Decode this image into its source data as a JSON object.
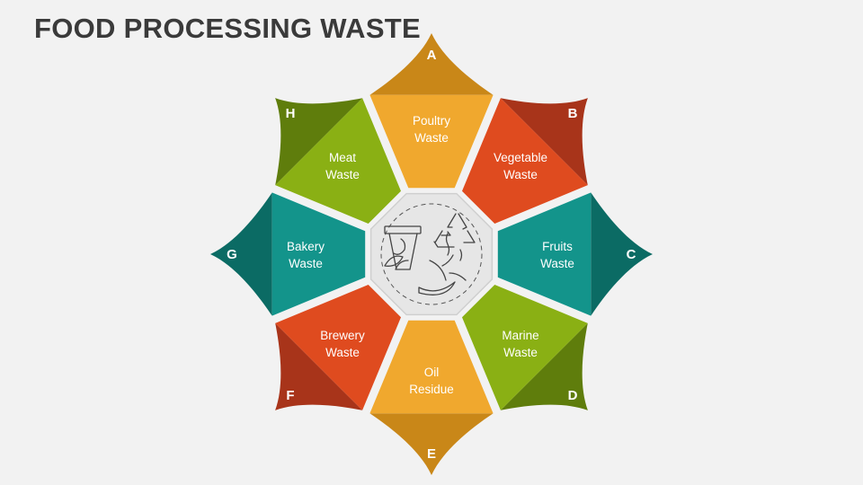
{
  "title": "FOOD PROCESSING WASTE",
  "center": {
    "icon": "food-waste-recycling-icon"
  },
  "segments": [
    {
      "letter": "A",
      "line1": "Poultry",
      "line2": "Waste",
      "color": "#f0a82e",
      "dark": "#c98718"
    },
    {
      "letter": "B",
      "line1": "Vegetable",
      "line2": "Waste",
      "color": "#df4b1f",
      "dark": "#a8341a"
    },
    {
      "letter": "C",
      "line1": "Fruits",
      "line2": "Waste",
      "color": "#13948b",
      "dark": "#0b6b64"
    },
    {
      "letter": "D",
      "line1": "Marine",
      "line2": "Waste",
      "color": "#8ab014",
      "dark": "#5f7d0c"
    },
    {
      "letter": "E",
      "line1": "Oil",
      "line2": "Residue",
      "color": "#f0a82e",
      "dark": "#c98718"
    },
    {
      "letter": "F",
      "line1": "Brewery",
      "line2": "Waste",
      "color": "#df4b1f",
      "dark": "#a8341a"
    },
    {
      "letter": "G",
      "line1": "Bakery",
      "line2": "Waste",
      "color": "#13948b",
      "dark": "#0b6b64"
    },
    {
      "letter": "H",
      "line1": "Meat",
      "line2": "Waste",
      "color": "#8ab014",
      "dark": "#5f7d0c"
    }
  ]
}
